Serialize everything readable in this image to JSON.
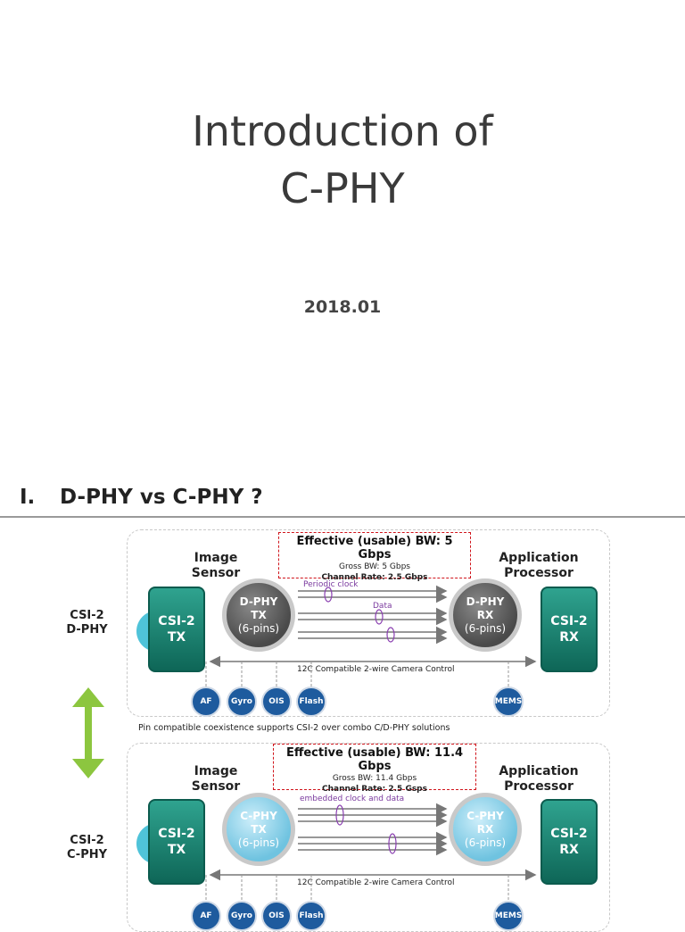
{
  "title_line1": "Introduction of",
  "title_line2": "C-PHY",
  "date": "2018.01",
  "section": {
    "num": "I.",
    "text": "D-PHY vs C-PHY ?"
  },
  "coexistence_note": "Pin compatible coexistence supports CSI-2 over combo C/D-PHY solutions",
  "colors": {
    "csi_block": "#0e6657",
    "dphy": "#4a4a4a",
    "cphy": "#6fc3e0",
    "chip": "#1e5b9e",
    "bw_border": "#d0141b",
    "arrow": "#8cc63f"
  },
  "dphy": {
    "row_label_1": "CSI-2",
    "row_label_2": "D-PHY",
    "sensor_1": "Image",
    "sensor_2": "Sensor",
    "processor_1": "Application",
    "processor_2": "Processor",
    "bw_title": "Effective (usable) BW: 5 Gbps",
    "gross": "Gross BW: 5 Gbps",
    "channel": "Channel Rate: 2.5 Gbps",
    "tx_1": "CSI-2",
    "tx_2": "TX",
    "rx_1": "CSI-2",
    "rx_2": "RX",
    "phy_tx_1": "D-PHY",
    "phy_tx_2": "TX",
    "phy_tx_3": "(6-pins)",
    "phy_rx_1": "D-PHY",
    "phy_rx_2": "RX",
    "phy_rx_3": "(6-pins)",
    "note_a": "Periodic clock",
    "note_b": "Data",
    "control": "12C Compatible 2-wire Camera Control",
    "chips": [
      "AF",
      "Gyro",
      "OIS",
      "Flash"
    ],
    "mems": "MEMS"
  },
  "cphy": {
    "row_label_1": "CSI-2",
    "row_label_2": "C-PHY",
    "sensor_1": "Image",
    "sensor_2": "Sensor",
    "processor_1": "Application",
    "processor_2": "Processor",
    "bw_title": "Effective (usable) BW: 11.4 Gbps",
    "gross": "Gross BW: 11.4 Gbps",
    "channel": "Channel Rate: 2.5 Gsps",
    "tx_1": "CSI-2",
    "tx_2": "TX",
    "rx_1": "CSI-2",
    "rx_2": "RX",
    "phy_tx_1": "C-PHY",
    "phy_tx_2": "TX",
    "phy_tx_3": "(6-pins)",
    "phy_rx_1": "C-PHY",
    "phy_rx_2": "RX",
    "phy_rx_3": "(6-pins)",
    "note_a": "embedded clock and data",
    "control": "12C Compatible 2-wire Camera Control",
    "chips": [
      "AF",
      "Gyro",
      "OIS",
      "Flash"
    ],
    "mems": "MEMS"
  }
}
